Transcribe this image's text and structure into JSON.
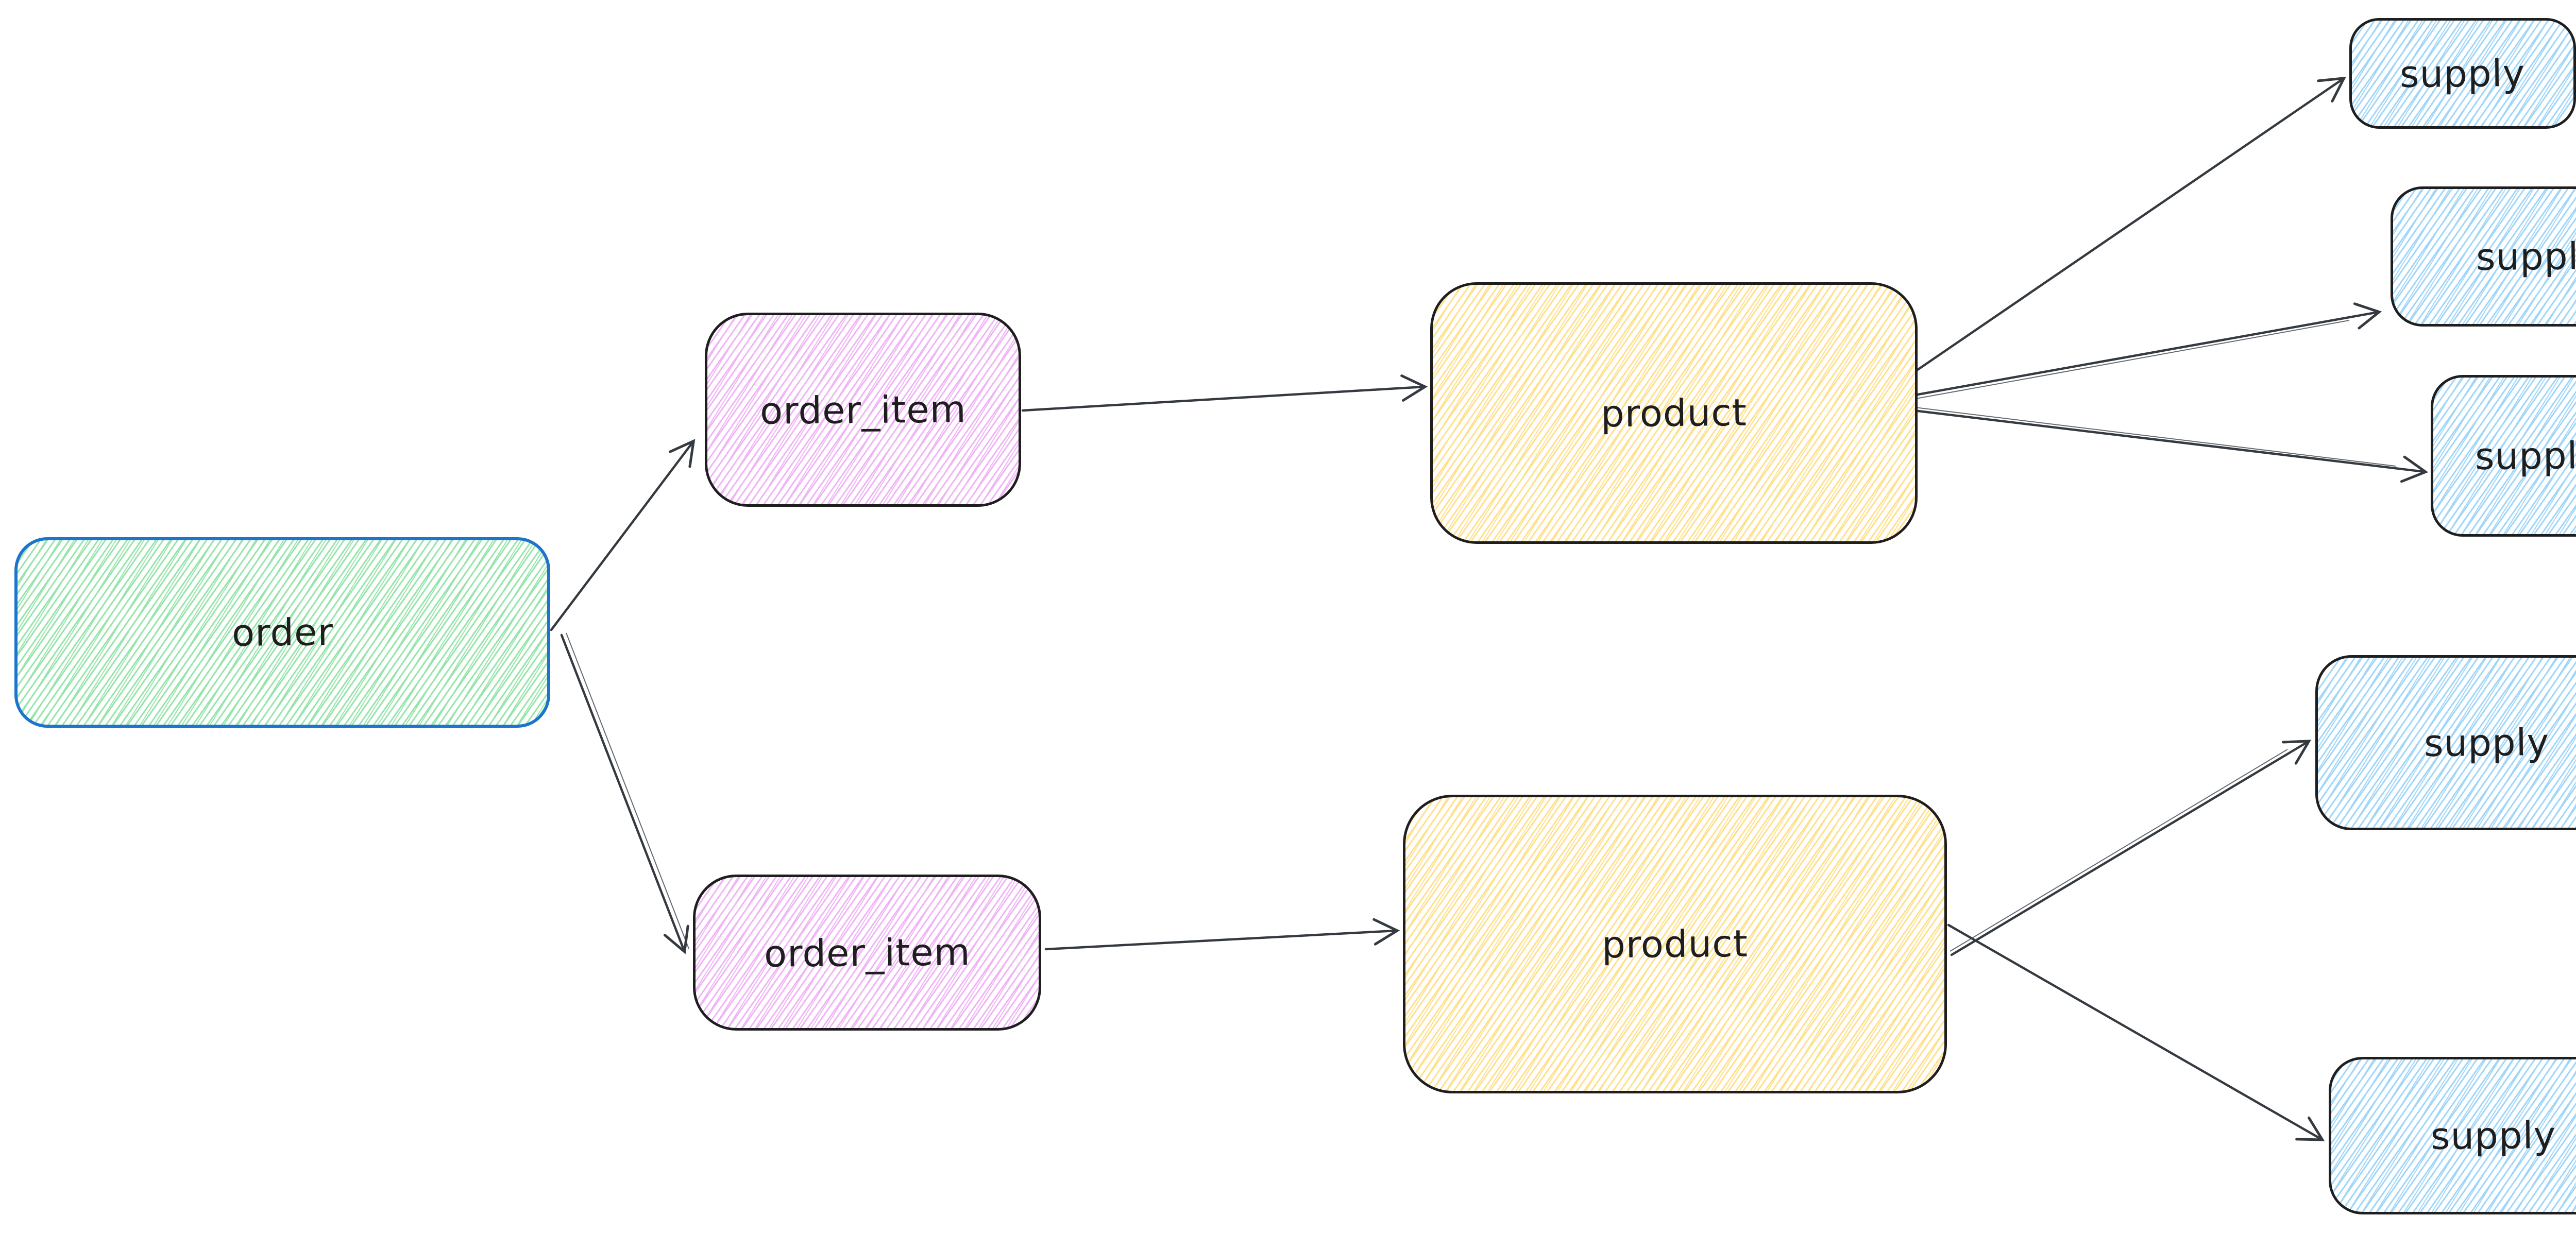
{
  "diagram": {
    "type": "flow",
    "style": "excalidraw-hand-drawn",
    "background": "#ffffff",
    "arrow_color": "#343a40",
    "text_color": "#1e1e1e",
    "nodes": [
      {
        "id": "order",
        "label": "order",
        "fill_hatch": "#96e5aa",
        "stroke": "#1c74cc"
      },
      {
        "id": "order_item_1",
        "label": "order_item",
        "fill_hatch": "#f0b4f7",
        "stroke": "#1e1e1e"
      },
      {
        "id": "order_item_2",
        "label": "order_item",
        "fill_hatch": "#f0b4f7",
        "stroke": "#1e1e1e"
      },
      {
        "id": "product_1",
        "label": "product",
        "fill_hatch": "#ffe08c",
        "stroke": "#1e1e1e"
      },
      {
        "id": "product_2",
        "label": "product",
        "fill_hatch": "#ffe08c",
        "stroke": "#1e1e1e"
      },
      {
        "id": "supply_1",
        "label": "supply",
        "fill_hatch": "#a0d6fa",
        "stroke": "#1e1e1e"
      },
      {
        "id": "supply_2",
        "label": "supply",
        "fill_hatch": "#a0d6fa",
        "stroke": "#1e1e1e"
      },
      {
        "id": "supply_3",
        "label": "supply",
        "fill_hatch": "#a0d6fa",
        "stroke": "#1e1e1e"
      },
      {
        "id": "supply_4",
        "label": "supply",
        "fill_hatch": "#a0d6fa",
        "stroke": "#1e1e1e"
      },
      {
        "id": "supply_5",
        "label": "supply",
        "fill_hatch": "#a0d6fa",
        "stroke": "#1e1e1e"
      }
    ],
    "edges": [
      {
        "from": "order",
        "to": "order_item_1"
      },
      {
        "from": "order",
        "to": "order_item_2"
      },
      {
        "from": "order_item_1",
        "to": "product_1"
      },
      {
        "from": "order_item_2",
        "to": "product_2"
      },
      {
        "from": "product_1",
        "to": "supply_1"
      },
      {
        "from": "product_1",
        "to": "supply_2"
      },
      {
        "from": "product_1",
        "to": "supply_3"
      },
      {
        "from": "product_2",
        "to": "supply_4"
      },
      {
        "from": "product_2",
        "to": "supply_5"
      }
    ]
  }
}
